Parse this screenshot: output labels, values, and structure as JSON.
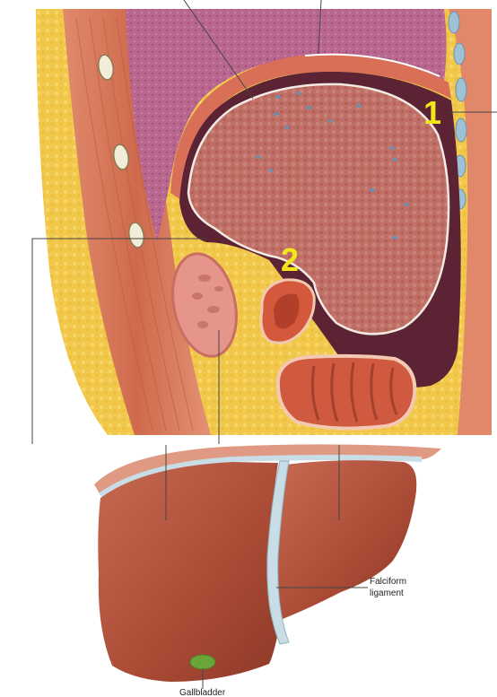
{
  "markers": [
    {
      "id": "1",
      "label": "1"
    },
    {
      "id": "2",
      "label": "2"
    }
  ],
  "labels": {
    "falciform_line1": "Falciform",
    "falciform_line2": "ligament",
    "gallbladder": "Gallbladder"
  },
  "colors": {
    "subcutaneous_fat": "#f2c84b",
    "muscle": "#d9775a",
    "lung": "#b9678f",
    "peritoneal_cavity": "#5c2334",
    "liver_section": "#bf6f65",
    "liver_surface": "#b4523d",
    "gallbladder": "#6aa53a",
    "ligament": "#b9d2dc",
    "marker": "#f2e71a"
  }
}
